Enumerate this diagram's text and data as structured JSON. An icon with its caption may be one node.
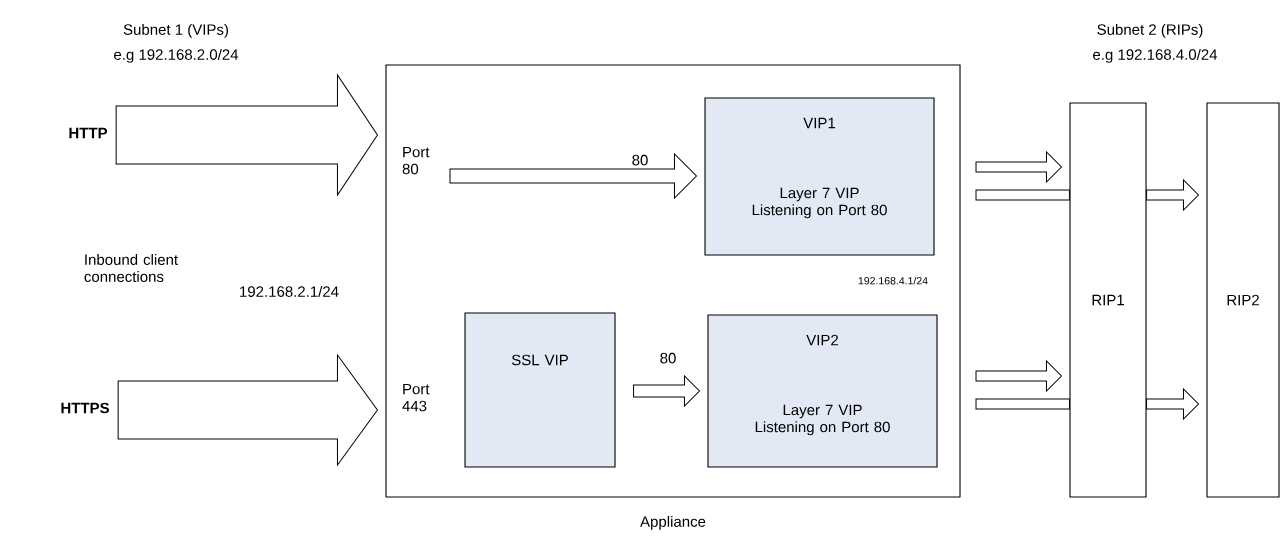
{
  "diagram": {
    "nodes": [
      {
        "text": [
          "HTTP"
        ]
      },
      {
        "text": [
          "HTTPS"
        ]
      },
      {
        "text": [
          "Appliance"
        ]
      },
      {
        "text": [
          "VIP1",
          "Layer 7 VIP Listening on Port 80"
        ],
        "in": 2
      },
      {
        "text": [
          "SSL VIP"
        ],
        "in": 2
      },
      {
        "text": [
          "VIP2",
          "Layer 7 VIP Listening on Port 80"
        ],
        "in": 2
      },
      {
        "text": [
          "RIP1"
        ]
      },
      {
        "text": [
          "RIP2"
        ]
      }
    ],
    "edges": [
      {
        "from": 0,
        "to": 2,
        "arrow": "to"
      },
      {
        "from": 1,
        "to": 2,
        "arrow": "to"
      },
      {
        "from": null,
        "to": 3,
        "arrow": "to",
        "label": "80"
      },
      {
        "from": 4,
        "to": 5,
        "arrow": "to",
        "label": "80"
      },
      {
        "from": null,
        "to": 6,
        "arrow": "to"
      },
      {
        "from": null,
        "to": 6,
        "arrow": "none"
      },
      {
        "from": 6,
        "to": 7,
        "arrow": "to"
      },
      {
        "from": null,
        "to": 6,
        "arrow": "to"
      },
      {
        "from": null,
        "to": 6,
        "arrow": "none"
      },
      {
        "from": 6,
        "to": 7,
        "arrow": "to"
      }
    ],
    "labels": [
      "Subnet 1 (VIPs)",
      "e.g 192.168.2.0/24",
      "Subnet 2 (RIPs)",
      "e.g 192.168.4.0/24",
      "Port 80",
      "Inbound client connections",
      "192.168.2.1/24",
      "192.168.4.1/24",
      "Port 443"
    ]
  }
}
